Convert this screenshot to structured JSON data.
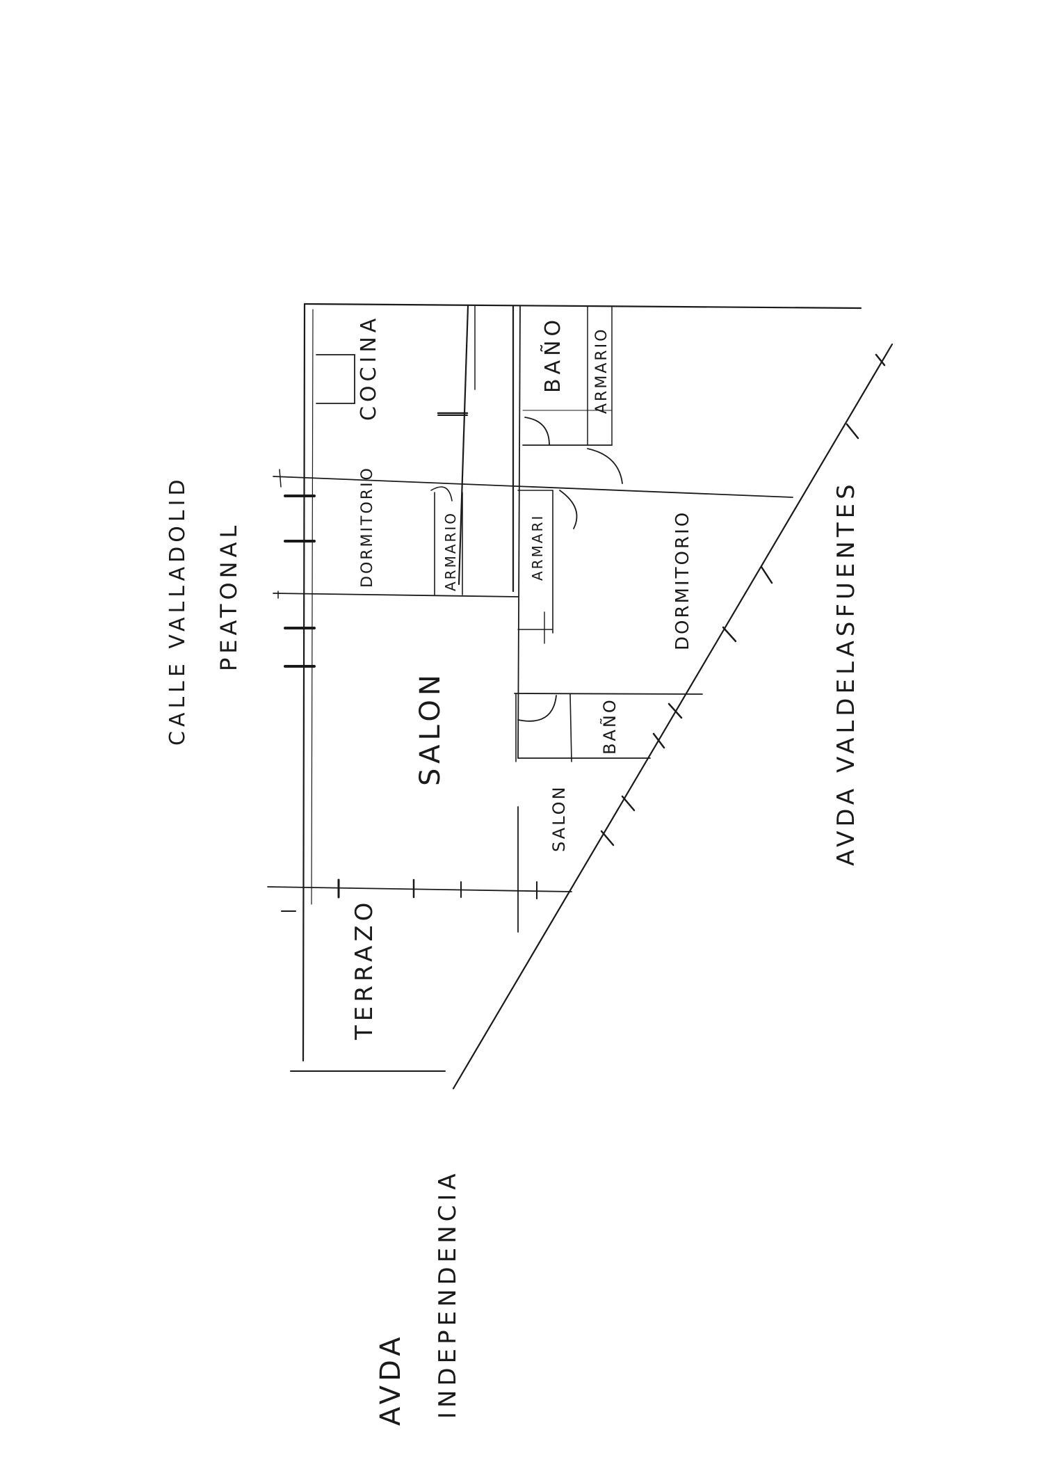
{
  "streets": {
    "top_line1": "CALLE VALLADOLID",
    "top_line2": "PEATONAL",
    "right": "AVDA VALDELASFUENTES",
    "left_line1": "AVDA",
    "left_line2": "INDEPENDENCIA"
  },
  "rooms": {
    "cocina": "COCINA",
    "bano_top": "BAÑO",
    "armario_top": "ARMARIO",
    "dormitorio_left": "DORMITORIO",
    "armario_left": "ARMARIO",
    "armari_center": "ARMARI",
    "dormitorio_right": "DORMITORIO",
    "salon_main": "SALON",
    "bano_bottom": "BAÑO",
    "salon_small": "SALON",
    "terrazo": "TERRAZO"
  }
}
